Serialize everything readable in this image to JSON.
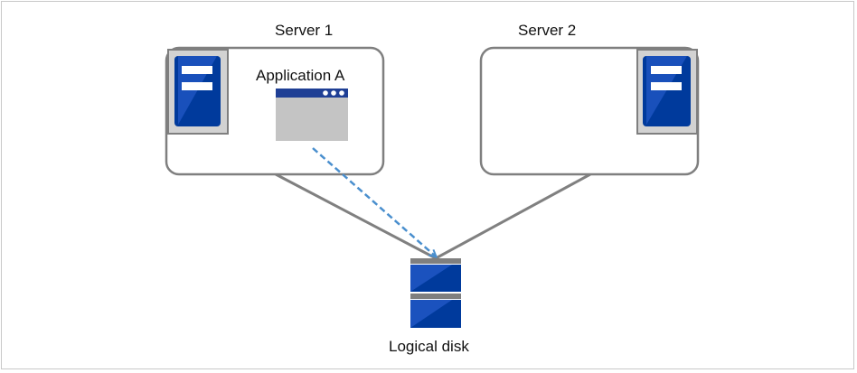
{
  "servers": [
    {
      "label": "Server 1"
    },
    {
      "label": "Server 2"
    }
  ],
  "application": {
    "label": "Application A"
  },
  "disk": {
    "label": "Logical disk"
  },
  "colors": {
    "server_icon_dark": "#003a9c",
    "server_icon_light": "#2d63d6",
    "icon_frame": "#d2d2d2",
    "app_window_body": "#c4c4c4",
    "app_window_bar": "#1f3f95",
    "connector": "#808080",
    "access_arrow": "#4a8fce"
  }
}
